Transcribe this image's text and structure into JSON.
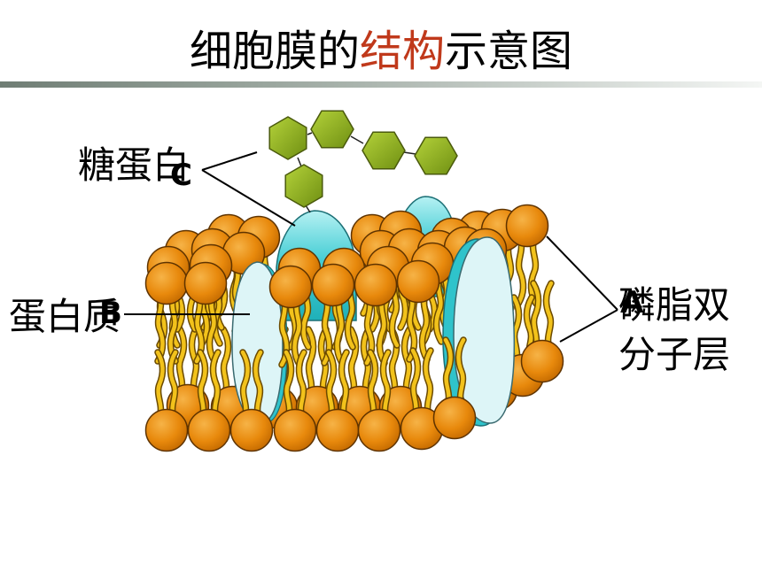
{
  "title": {
    "part1": "细胞膜的",
    "highlight": "结构",
    "part2": "示意图"
  },
  "labels": {
    "glycoprotein": "糖蛋白",
    "glycoprotein_letter": "C",
    "protein": "蛋白质",
    "protein_letter": "B",
    "phospholipid_line1": "磷脂双",
    "phospholipid_line2": "分子层",
    "phospholipid_letter": "A"
  },
  "colors": {
    "title_highlight": "#c0391b",
    "phospholipid_head": "#e8890c",
    "phospholipid_tail": "#f2c21b",
    "protein": "#2fc3cb",
    "protein_face": "#ddf5f7",
    "sugar_chain": "#8fb21e"
  }
}
